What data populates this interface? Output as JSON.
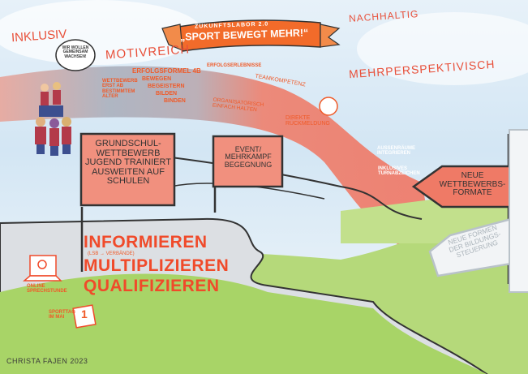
{
  "banner": {
    "subtitle": "Zukunftslabor 2.0",
    "title": "„Sport bewegt mehr!“"
  },
  "keywords": {
    "inklusiv": "Inklusiv",
    "motivreich": "motivreich",
    "nachhaltig": "nachhaltig",
    "mehrperspektivisch": "mehrperspektivisch"
  },
  "speech_bubble": "Wir wollen gemeinsam wachsen!",
  "band_items": {
    "wettbewerb_alter": "Wettbewerb erst ab bestimmtem Alter",
    "erfolgsformel": "Erfolgsformel 4B",
    "four_b": [
      "Bewegen",
      "Begeistern",
      "Bilden",
      "Binden"
    ],
    "erfolgserlebnisse": "Erfolgserlebnisse",
    "teamkompetenz": "Teamkompetenz",
    "organisatorisch": "Organisatorisch einfach halten",
    "rueckmeldung": "Direkte Rückmeldung",
    "aussenraeume": "Außenräume integrieren",
    "turnabzeichen": "Inklusives Turnabzeichen"
  },
  "signs": {
    "grundschul": "Grundschul-wettbewerb Jugend trainiert ausweiten auf Schulen",
    "event": "Event/ Mehrkampf Begegnung",
    "wettbewerbsformate": "Neue Wettbewerbs-formate",
    "bildungssteuerung": "Neue Formen der Bildungs-steuerung"
  },
  "bottom": {
    "informieren": "Informieren",
    "informieren_note": "(LSB → Verbände)",
    "multiplizieren": "Multiplizieren",
    "qualifizieren": "Qualifizieren",
    "online": "Online Sprechstunde",
    "sporttag": "Sporttag im Mai",
    "calendar_day": "1"
  },
  "signature": "Christa Fajen 2023",
  "colors": {
    "accent": "#f05a28",
    "band_red": "#ef7a66",
    "sky": "#cfe3f2",
    "grass": "#a9d46a",
    "rock": "#d6d9de"
  }
}
